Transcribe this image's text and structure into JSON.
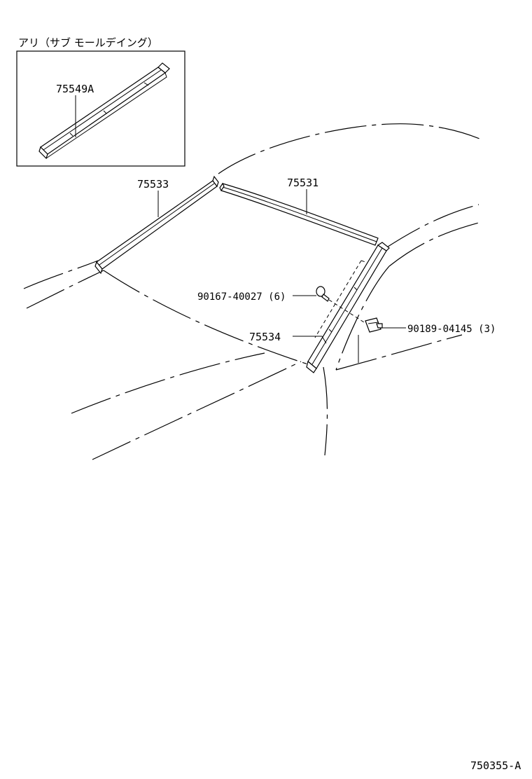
{
  "inset": {
    "title": "アリ（サブ モールデイング）",
    "part_label": "75549A"
  },
  "parts": {
    "p75533": "75533",
    "p75531": "75531",
    "p75534": "75534",
    "screw": "90167-40027 (6)",
    "clip": "90189-04145 (3)"
  },
  "footer": {
    "diagram_id": "750355-A"
  }
}
